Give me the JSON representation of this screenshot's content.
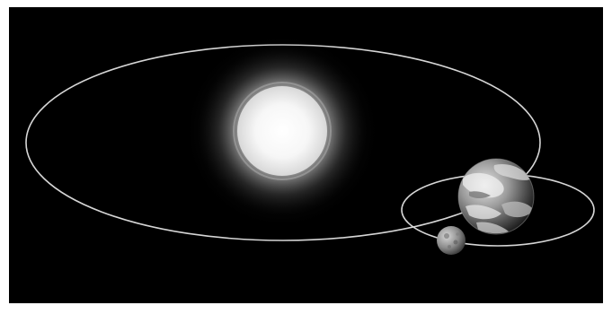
{
  "scene": {
    "description_free": true,
    "colors": {
      "background": "#000000",
      "frame": "#ffffff",
      "orbit_line": "#d9d9d9",
      "sun_core": "#ffffff",
      "sun_glow": "#f2f2f2",
      "planet_light": "#e6e6e6",
      "planet_dark": "#3a3a3a",
      "moon": "#bfbfbf"
    },
    "objects": [
      {
        "name": "star",
        "icon": "sun-icon"
      },
      {
        "name": "planet",
        "icon": "planet-icon"
      },
      {
        "name": "moon",
        "icon": "moon-icon"
      },
      {
        "name": "planet-orbit",
        "icon": "orbit-icon"
      },
      {
        "name": "moon-orbit",
        "icon": "orbit-icon"
      }
    ]
  }
}
